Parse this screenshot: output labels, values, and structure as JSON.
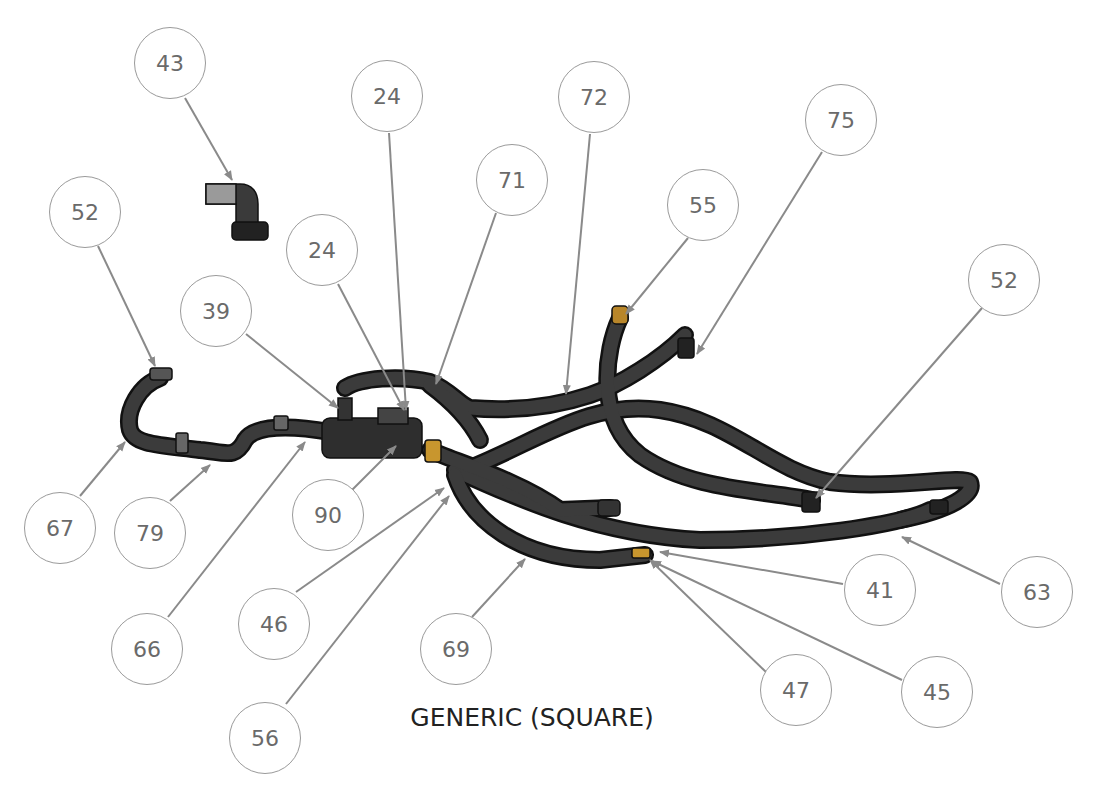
{
  "diagram": {
    "caption": "GENERIC (SQUARE)",
    "nodes": [
      {
        "text": [
          "43"
        ]
      },
      {
        "text": [
          "24"
        ]
      },
      {
        "text": [
          "72"
        ]
      },
      {
        "text": [
          "75"
        ]
      },
      {
        "text": [
          "71"
        ]
      },
      {
        "text": [
          "52"
        ]
      },
      {
        "text": [
          "55"
        ]
      },
      {
        "text": [
          "24"
        ]
      },
      {
        "text": [
          "52"
        ]
      },
      {
        "text": [
          "39"
        ]
      },
      {
        "text": [
          "90"
        ]
      },
      {
        "text": [
          "67"
        ]
      },
      {
        "text": [
          "79"
        ]
      },
      {
        "text": [
          "41"
        ]
      },
      {
        "text": [
          "63"
        ]
      },
      {
        "text": [
          "66"
        ]
      },
      {
        "text": [
          "46"
        ]
      },
      {
        "text": [
          "69"
        ]
      },
      {
        "text": [
          "47"
        ]
      },
      {
        "text": [
          "45"
        ]
      },
      {
        "text": [
          "56"
        ]
      }
    ]
  }
}
